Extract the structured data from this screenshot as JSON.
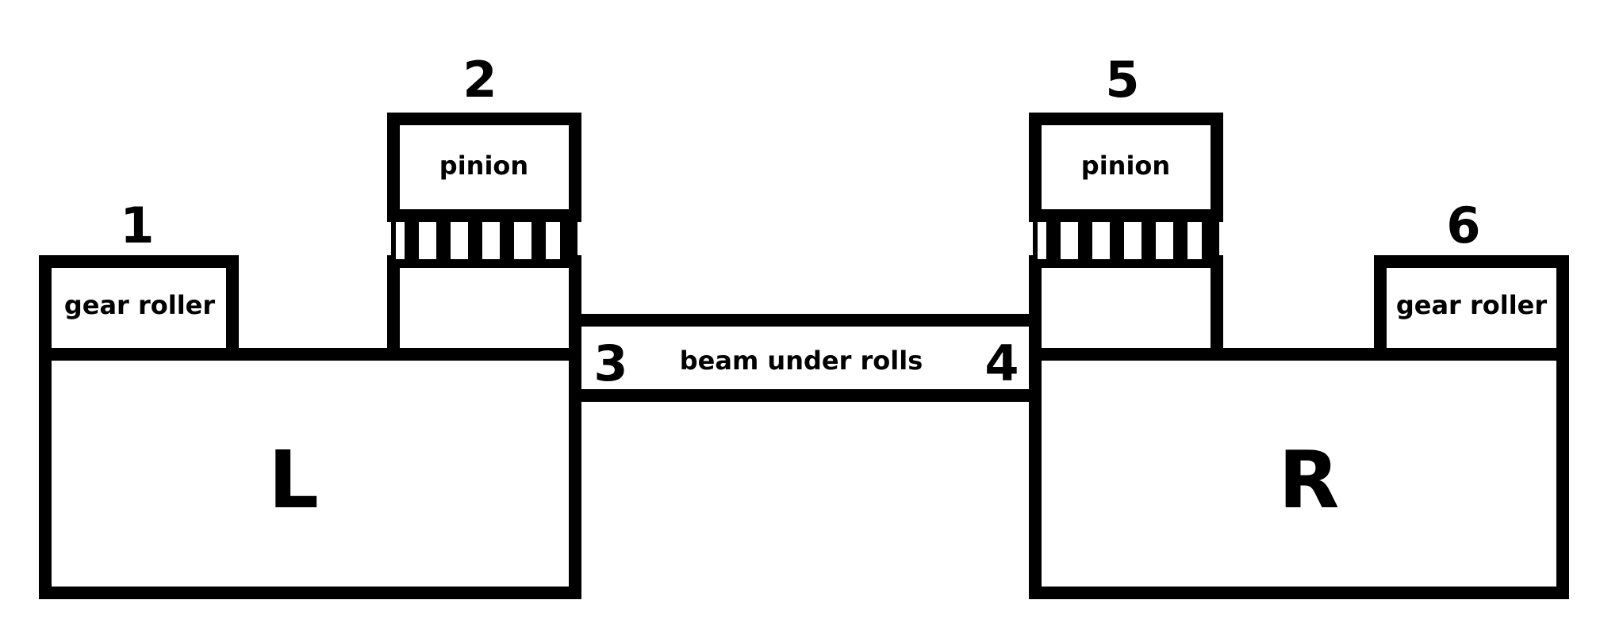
{
  "labels": {
    "n1": "1",
    "n2": "2",
    "n3": "3",
    "n4": "4",
    "n5": "5",
    "n6": "6",
    "left_block": "L",
    "right_block": "R",
    "gear_roller_left": "gear roller",
    "gear_roller_right": "gear roller",
    "pinion_left": "pinion",
    "pinion_right": "pinion",
    "beam": "beam under rolls"
  },
  "colors": {
    "stroke": "#000000",
    "fill": "#ffffff"
  }
}
